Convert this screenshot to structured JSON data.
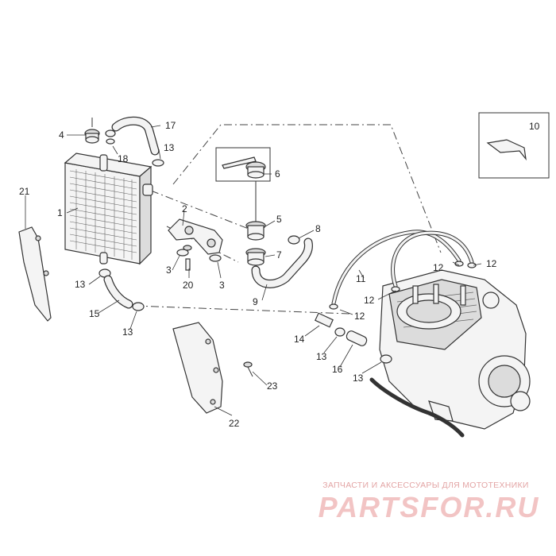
{
  "diagram": {
    "labels": {
      "p1": "1",
      "p2": "2",
      "p3a": "3",
      "p3b": "3",
      "p4": "4",
      "p5": "5",
      "p6": "6",
      "p7": "7",
      "p8": "8",
      "p9": "9",
      "p10": "10",
      "p11": "11",
      "p12a": "12",
      "p12b": "12",
      "p12c": "12",
      "p12d": "12",
      "p13a": "13",
      "p13b": "13",
      "p13c": "13",
      "p13d": "13",
      "p13e": "13",
      "p14": "14",
      "p15": "15",
      "p16": "16",
      "p17": "17",
      "p18": "18",
      "p20": "20",
      "p21": "21",
      "p22": "22",
      "p23": "23"
    }
  },
  "watermark": {
    "tagline": "ЗАПЧАСТИ И АКСЕССУАРЫ ДЛЯ МОТОТЕХНИКИ",
    "logo": "PARTSFOR.RU",
    "color": "#e3a5a5"
  }
}
